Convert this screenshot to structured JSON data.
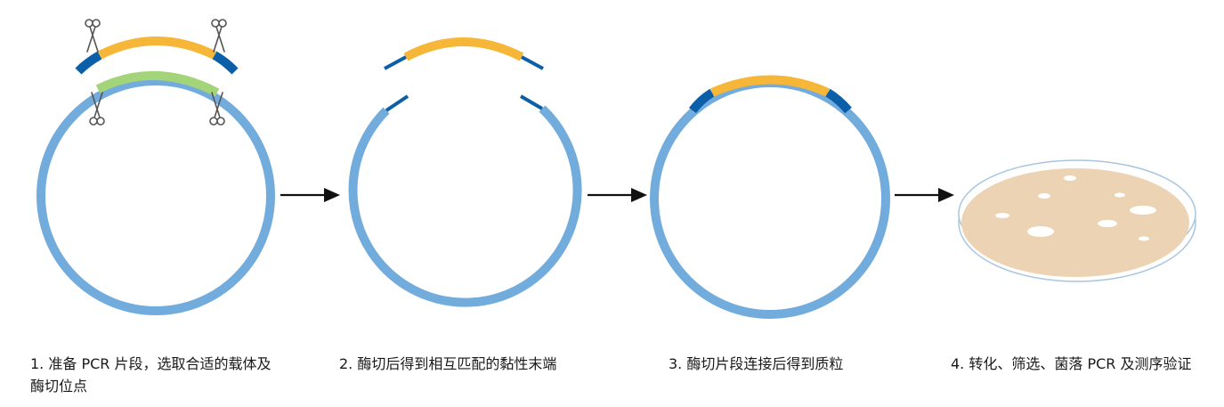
{
  "steps": [
    {
      "caption": "1. 准备 PCR 片段，选取合适的载体及酶切位点"
    },
    {
      "caption": "2. 酶切后得到相互匹配的黏性末端"
    },
    {
      "caption": "3. 酶切片段连接后得到质粒"
    },
    {
      "caption": "4. 转化、筛选、菌落 PCR 及测序验证"
    }
  ],
  "colors": {
    "plasmid": "#72acdc",
    "sticky_end": "#0b5ea8",
    "insert": "#f6b637",
    "vector_mcs": "#a4d47a",
    "arrow": "#111111",
    "dish_rim": "#a8c6df",
    "agar": "#ecd3b4",
    "colony": "#ffffff",
    "scissors": "#555555"
  },
  "icons": [
    "scissors-icon",
    "arrow-right-icon",
    "petri-dish-icon",
    "colony-icon"
  ]
}
